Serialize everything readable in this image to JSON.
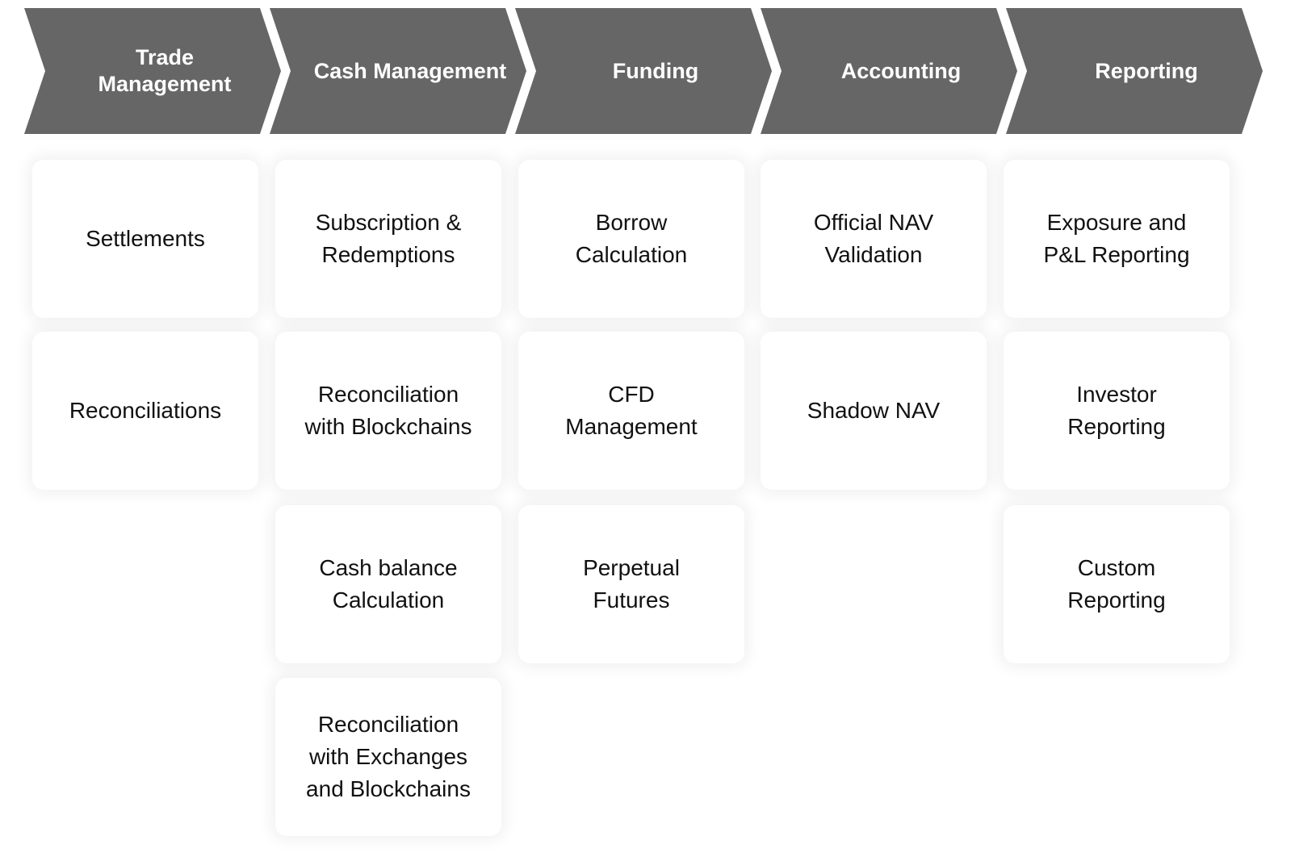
{
  "stages": [
    {
      "id": "trade",
      "label": "Trade\nManagement"
    },
    {
      "id": "cash",
      "label": "Cash  Management"
    },
    {
      "id": "funding",
      "label": "Funding"
    },
    {
      "id": "accounting",
      "label": "Accounting"
    },
    {
      "id": "reporting",
      "label": "Reporting"
    }
  ],
  "columns": {
    "trade": [
      "Settlements",
      "Reconciliations"
    ],
    "cash": [
      "Subscription &\nRedemptions",
      "Reconciliation\nwith Blockchains",
      "Cash balance\nCalculation",
      "Reconciliation\nwith Exchanges\nand Blockchains"
    ],
    "funding": [
      "Borrow\nCalculation",
      "CFD\nManagement",
      "Perpetual\nFutures"
    ],
    "accounting": [
      "Official NAV\nValidation",
      "Shadow NAV"
    ],
    "reporting": [
      "Exposure and\nP&L Reporting",
      "Investor\nReporting",
      "Custom\nReporting"
    ]
  },
  "colors": {
    "chevron_fill": "#666666",
    "chevron_text": "#ffffff",
    "card_text": "#111111"
  }
}
